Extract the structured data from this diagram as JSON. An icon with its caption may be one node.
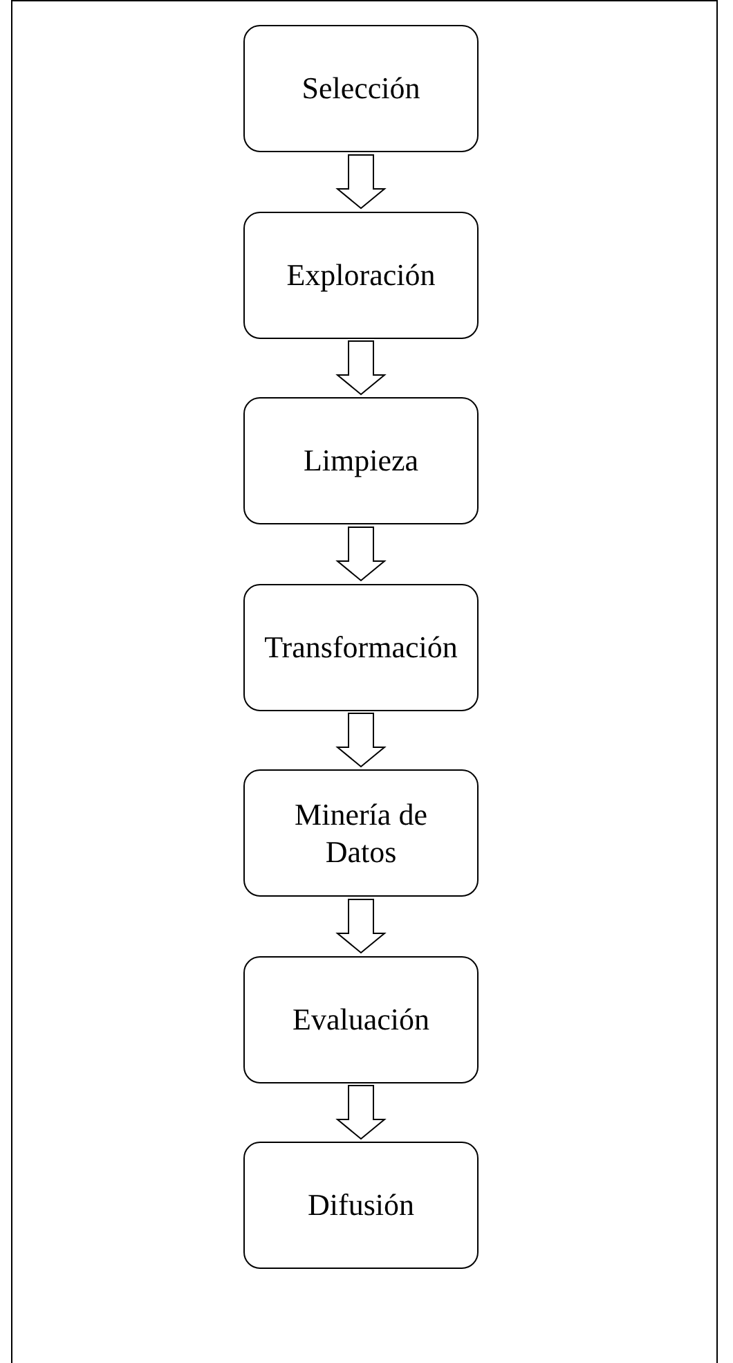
{
  "diagram": {
    "nodes": [
      {
        "text": [
          "Selección"
        ]
      },
      {
        "text": [
          "Exploración"
        ]
      },
      {
        "text": [
          "Limpieza"
        ]
      },
      {
        "text": [
          "Transformación"
        ]
      },
      {
        "text": [
          "Minería de Datos"
        ]
      },
      {
        "text": [
          "Evaluación"
        ]
      },
      {
        "text": [
          "Difusión"
        ]
      }
    ],
    "edges": [
      {
        "from": 0,
        "to": 1,
        "arrow": "to"
      },
      {
        "from": 1,
        "to": 2,
        "arrow": "to"
      },
      {
        "from": 2,
        "to": 3,
        "arrow": "to"
      },
      {
        "from": 3,
        "to": 4,
        "arrow": "to"
      },
      {
        "from": 4,
        "to": 5,
        "arrow": "to"
      },
      {
        "from": 5,
        "to": 6,
        "arrow": "to"
      }
    ]
  }
}
